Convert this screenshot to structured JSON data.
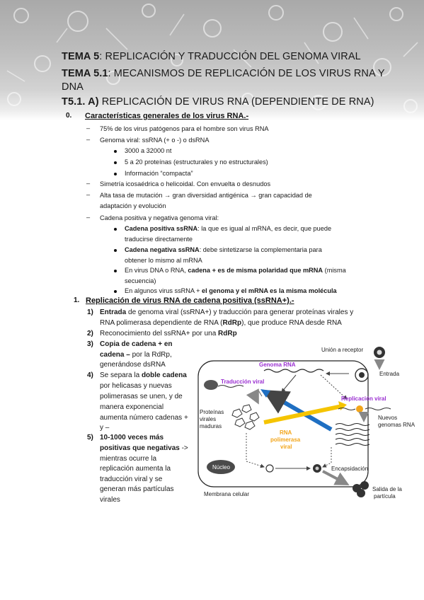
{
  "header": {
    "line1_bold": "TEMA 5",
    "line1_rest": ": REPLICACIÓN Y TRADUCCIÓN DEL GENOMA VIRAL",
    "line2_bold": "TEMA 5.1",
    "line2_rest": ": MECANISMOS DE REPLICACIÓN DE LOS VIRUS RNA Y",
    "line3": "DNA",
    "line4_bold": "T5.1. A)",
    "line4_rest": " REPLICACIÓN DE VIRUS RNA (DEPENDIENTE DE RNA)"
  },
  "section0": {
    "number": "0.",
    "title": "Características generales de los virus RNA.-",
    "items": {
      "i1": "75% de los virus patógenos para el hombre son virus RNA",
      "i2": "Genoma viral: ssRNA (+ o -) o dsRNA",
      "i2a": "3000 a 32000 nt",
      "i2b": "5 a 20 proteínas (estructurales y no estructurales)",
      "i2c": "Información “compacta”",
      "i3": "Simetría icosaédrica o helicoidal. Con envuelta o desnudos",
      "i4a": "Alta tasa de mutación → gran diversidad antigénica → gran capacidad de",
      "i4b": "adaptación y evolución",
      "i5": "Cadena positiva y negativa genoma viral:",
      "i5a_bold": "Cadena positiva ssRNA",
      "i5a_rest": ": la que es igual al mRNA, es decir, que puede",
      "i5a_cont": "traducirse directamente",
      "i5b_bold": "Cadena negativa ssRNA",
      "i5b_rest": ": debe sintetizarse la complementaria para",
      "i5b_cont": "obtener lo mismo al mRNA",
      "i5c_pre": "En virus DNA o RNA, ",
      "i5c_bold": "cadena + es de misma polaridad que mRNA",
      "i5c_rest": " (misma",
      "i5c_cont": "secuencia)",
      "i5d_pre": "En algunos virus ssRNA + ",
      "i5d_bold": "el genoma y el mRNA es la misma molécula"
    }
  },
  "section1": {
    "number": "1.",
    "title": "Replicación de virus RNA de cadena positiva (ssRNA+).-",
    "steps": {
      "s1_num": "1)",
      "s1_bold": "Entrada",
      "s1_rest": " de genoma viral (ssRNA+) y traducción para generar proteínas virales y",
      "s1_cont_a": "RNA polimerasa dependiente de RNA (",
      "s1_cont_b": "RdRp",
      "s1_cont_c": "), que produce RNA desde RNA",
      "s2_num": "2)",
      "s2_pre": "Reconocimiento del ssRNA+ por una ",
      "s2_bold": "RdRp",
      "s3_num": "3)",
      "s3_l1": "Copia de cadena + en",
      "s3_l2_bold": "cadena –",
      "s3_l2_rest": " por la RdRp,",
      "s3_l3": "generándose dsRNA",
      "s4_num": "4)",
      "s4_l1_pre": "Se separa la ",
      "s4_l1_bold": "doble cadena",
      "s4_l2": "por helicasas y nuevas",
      "s4_l3": "polimerasas se unen, y de",
      "s4_l4": "manera exponencial",
      "s4_l5": "aumenta número cadenas +",
      "s4_l6": "y –",
      "s5_num": "5)",
      "s5_l1": "10-1000 veces más",
      "s5_l2_bold": "positivas que negativas",
      "s5_l2_rest": " ->",
      "s5_l3": "mientras ocurre la",
      "s5_l4": "replicación aumenta la",
      "s5_l5": "traducción viral y se",
      "s5_l6": "generan más partículas",
      "s5_l7": "virales"
    }
  },
  "diagram": {
    "union_receptor": "Unión a receptor",
    "genoma_rna": "Genoma RNA",
    "entrada": "Entrada",
    "traduccion_viral": "Traducción viral",
    "replicacion_viral": "Replicación viral",
    "proteinas_1": "Proteínas",
    "proteinas_2": "virales",
    "proteinas_3": "maduras",
    "nuevos_1": "Nuevos",
    "nuevos_2": "genomas RNA",
    "rna_pol_1": "RNA",
    "rna_pol_2": "polimerasa",
    "rna_pol_3": "viral",
    "nucleo": "Núcleo",
    "encapsidacion": "Encapsidación",
    "salida_1": "Salida de la",
    "salida_2": "partícula",
    "membrana": "Membrana celular",
    "colors": {
      "purple": "#9a2fd1",
      "orange": "#f2a51a",
      "blue": "#1f6fc2",
      "yellow": "#f5c400"
    }
  }
}
